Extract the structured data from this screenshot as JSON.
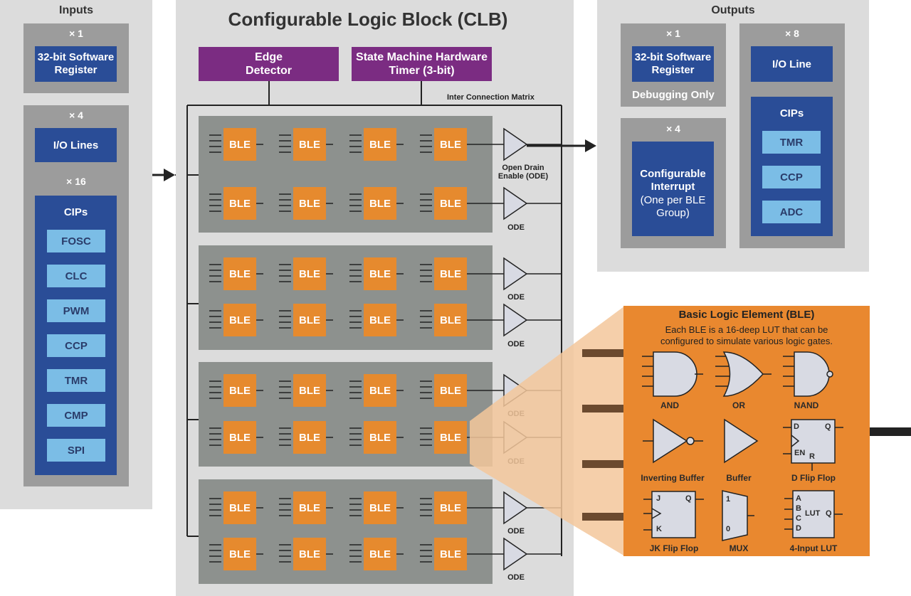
{
  "inputs": {
    "title": "Inputs",
    "groups": [
      {
        "count": "× 1",
        "items": [
          "32-bit Software Register"
        ]
      },
      {
        "count": "× 4",
        "items": [
          "I/O Lines"
        ]
      },
      {
        "count": "× 16",
        "cips_title": "CIPs",
        "cips": [
          "FOSC",
          "CLC",
          "PWM",
          "CCP",
          "TMR",
          "CMP",
          "SPI"
        ]
      }
    ]
  },
  "clb": {
    "title": "Configurable Logic Block (CLB)",
    "edge_detector": "Edge Detector",
    "state_machine": "State Machine Hardware Timer (3-bit)",
    "interconnect": "Inter Connection Matrix",
    "ble_label": "BLE",
    "ode_first": "Open Drain Enable (ODE)",
    "ode": "ODE"
  },
  "outputs": {
    "title": "Outputs",
    "sw_count": "× 1",
    "sw_register": "32-bit Software Register",
    "debug": "Debugging Only",
    "io_count": "× 8",
    "io_line": "I/O Line",
    "cips_title": "CIPs",
    "cips": [
      "TMR",
      "CCP",
      "ADC"
    ],
    "int_count": "× 4",
    "interrupt_title": "Configurable Interrupt",
    "interrupt_sub": "(One per BLE Group)"
  },
  "ble_detail": {
    "title": "Basic Logic Element (BLE)",
    "desc_line1": "Each BLE is a 16-deep LUT that can be",
    "desc_line2": "configured to simulate various logic gates.",
    "gates": [
      "AND",
      "OR",
      "NAND",
      "Inverting Buffer",
      "Buffer",
      "D Flip Flop",
      "JK Flip Flop",
      "MUX",
      "4-Input LUT"
    ],
    "dff_pins": {
      "d": "D",
      "q": "Q",
      "en": "EN",
      "r": "R"
    },
    "jk_pins": {
      "j": "J",
      "q": "Q",
      "k": "K"
    },
    "mux_pins": {
      "one": "1",
      "zero": "0"
    },
    "lut_pins": {
      "a": "A",
      "b": "B",
      "c": "C",
      "d": "D",
      "lut": "LUT",
      "q": "Q"
    }
  },
  "colors": {
    "panel": "#dcdcdc",
    "group": "#9c9c9c",
    "blue": "#2a4d97",
    "light_blue": "#7bbde6",
    "purple": "#7b2c82",
    "ble_orange": "#e68a2e",
    "detail_orange": "#e9882f"
  }
}
